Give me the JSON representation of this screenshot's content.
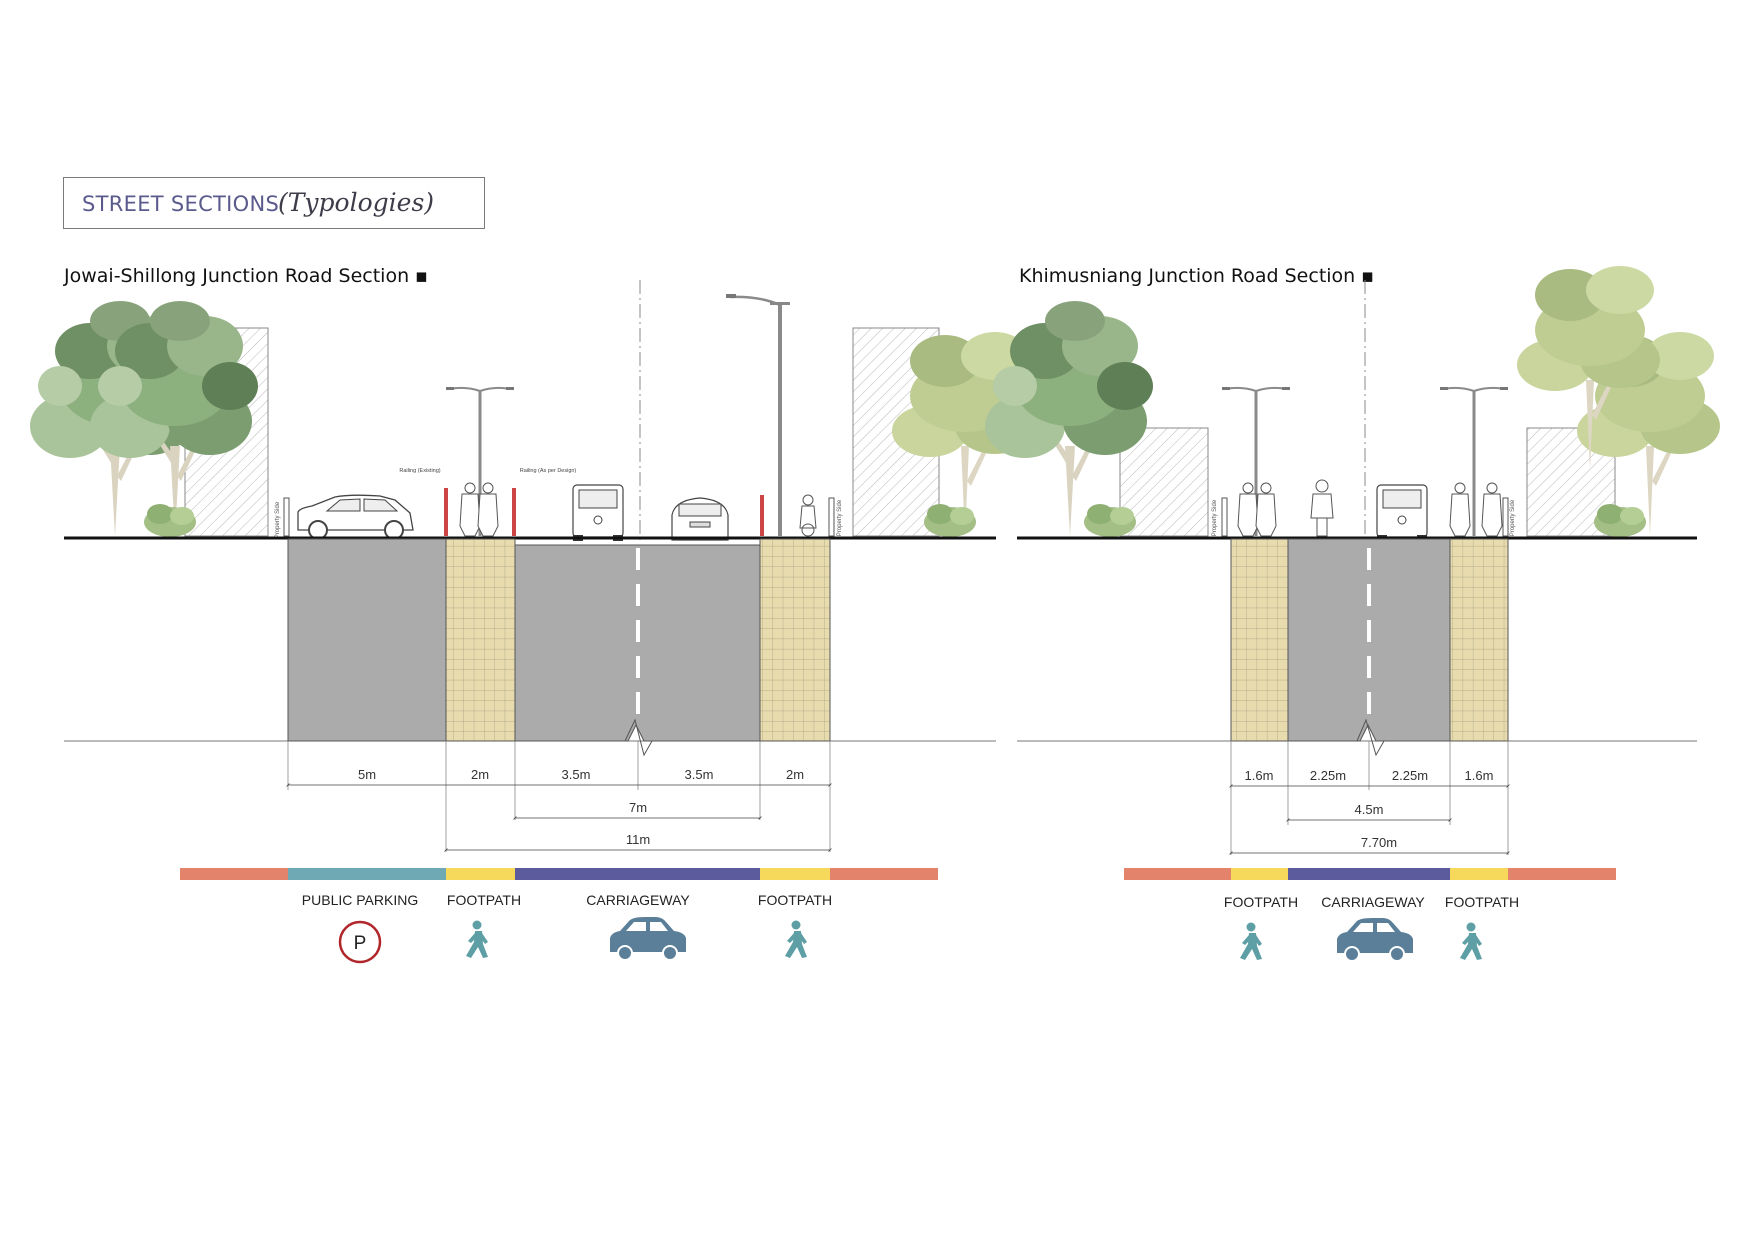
{
  "header": {
    "title": "STREET SECTIONS",
    "subtitle": "(Typologies)"
  },
  "colors": {
    "edge": "#e3836b",
    "parking": "#6faab4",
    "footpath": "#f6d85a",
    "carriageway": "#5c5b9e",
    "asphalt": "#ababab",
    "paving": "#e8dcae",
    "icon": "#5e9fa5",
    "car_icon": "#5b7f99",
    "parking_icon": "#b0262b"
  },
  "sections": [
    {
      "title": "Jowai-Shillong Junction Road Section",
      "annotations": {
        "railing_existing": "Railing (Existing)",
        "railing_design": "Railing (As per Design)",
        "property_left": "Property Side",
        "property_right": "Property Side"
      },
      "dimensions": {
        "parking": "5m",
        "footpath_left": "2m",
        "lane_left": "3.5m",
        "lane_right": "3.5m",
        "footpath_right": "2m",
        "carriageway_total": "7m",
        "overall": "11m"
      },
      "legend": [
        {
          "label": "PUBLIC PARKING",
          "icon": "parking-icon"
        },
        {
          "label": "FOOTPATH",
          "icon": "pedestrian-icon"
        },
        {
          "label": "CARRIAGEWAY",
          "icon": "car-icon"
        },
        {
          "label": "FOOTPATH",
          "icon": "pedestrian-icon"
        }
      ]
    },
    {
      "title": "Khimusniang Junction Road Section",
      "annotations": {
        "property_left": "Property Side",
        "property_right": "Property Side"
      },
      "dimensions": {
        "footpath_left": "1.6m",
        "lane_left": "2.25m",
        "lane_right": "2.25m",
        "footpath_right": "1.6m",
        "carriageway_total": "4.5m",
        "overall": "7.70m"
      },
      "legend": [
        {
          "label": "FOOTPATH",
          "icon": "pedestrian-icon"
        },
        {
          "label": "CARRIAGEWAY",
          "icon": "car-icon"
        },
        {
          "label": "FOOTPATH",
          "icon": "pedestrian-icon"
        }
      ]
    }
  ]
}
